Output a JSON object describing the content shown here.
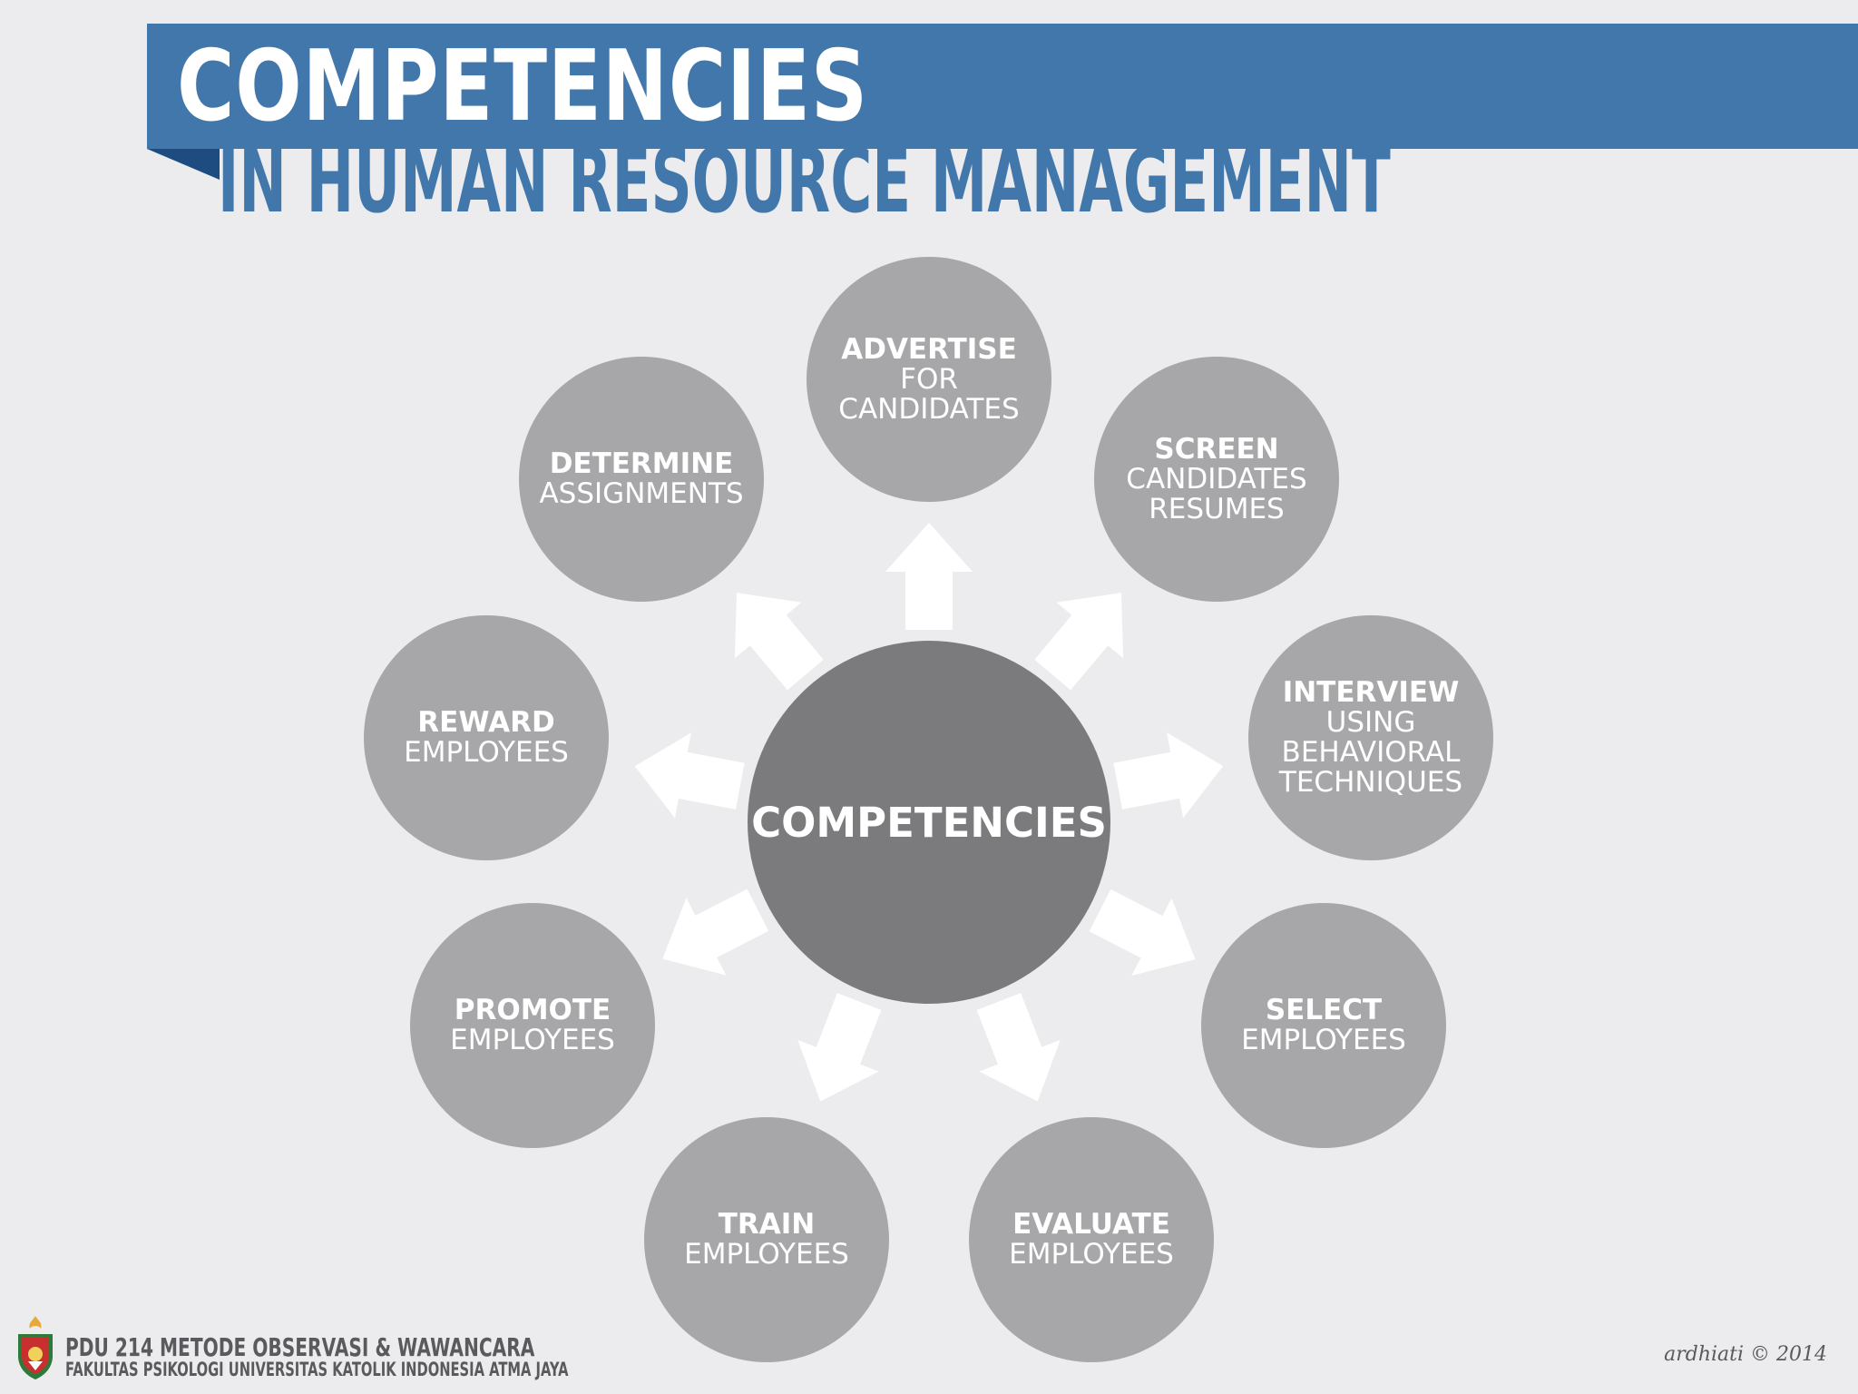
{
  "header": {
    "title": "COMPETENCIES",
    "subtitle": "IN HUMAN RESOURCE MANAGEMENT"
  },
  "diagram": {
    "center": "COMPETENCIES",
    "nodes": [
      {
        "id": "advertise",
        "bold": "ADVERTISE",
        "lines": [
          "FOR",
          "CANDIDATES"
        ]
      },
      {
        "id": "screen",
        "bold": "SCREEN",
        "lines": [
          "CANDIDATES",
          "RESUMES"
        ]
      },
      {
        "id": "interview",
        "bold": "INTERVIEW",
        "lines": [
          "USING",
          "BEHAVIORAL",
          "TECHNIQUES"
        ]
      },
      {
        "id": "select",
        "bold": "SELECT",
        "lines": [
          "EMPLOYEES"
        ]
      },
      {
        "id": "evaluate",
        "bold": "EVALUATE",
        "lines": [
          "EMPLOYEES"
        ]
      },
      {
        "id": "train",
        "bold": "TRAIN",
        "lines": [
          "EMPLOYEES"
        ]
      },
      {
        "id": "promote",
        "bold": "PROMOTE",
        "lines": [
          "EMPLOYEES"
        ]
      },
      {
        "id": "reward",
        "bold": "REWARD",
        "lines": [
          "EMPLOYEES"
        ]
      },
      {
        "id": "determine",
        "bold": "DETERMINE",
        "lines": [
          "ASSIGNMENTS"
        ]
      }
    ]
  },
  "footer": {
    "course": "PDU 214 METODE OBSERVASI & WAWANCARA",
    "faculty": "FAKULTAS PSIKOLOGI UNIVERSITAS KATOLIK INDONESIA ATMA JAYA",
    "credit": "ardhiati © 2014"
  },
  "colors": {
    "background": "#ececee",
    "banner": "#4177aa",
    "banner_fold": "#1e4c80",
    "center_circle": "#7b7a7d",
    "outer_circle": "#a7a7a9",
    "arrow": "#ffffff"
  },
  "icons": {
    "logo": "university-crest-icon"
  }
}
